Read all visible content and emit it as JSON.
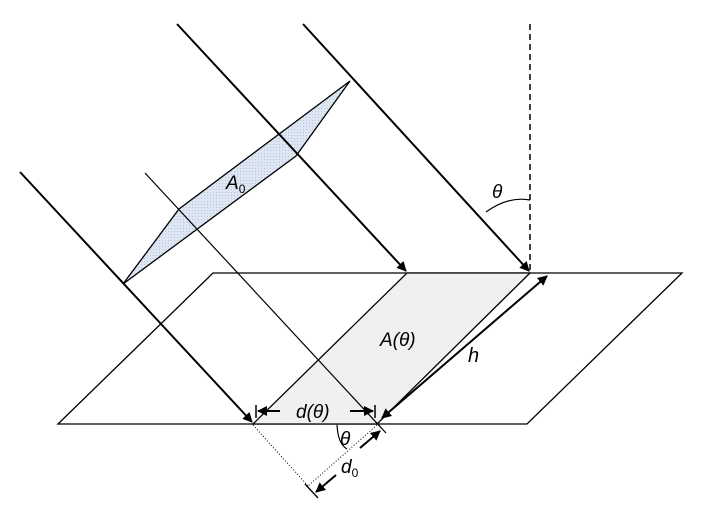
{
  "labels": {
    "a0": "A",
    "a0_sub": "0",
    "a_theta": "A(θ)",
    "h": "h",
    "d_theta": "d(θ)",
    "theta_top": "θ",
    "theta_bottom": "θ",
    "d0": "d",
    "d0_sub": "0"
  },
  "colors": {
    "a0_fill": "#dde6f2",
    "a_theta_fill": "#f0f0f0",
    "stroke": "#000000"
  }
}
